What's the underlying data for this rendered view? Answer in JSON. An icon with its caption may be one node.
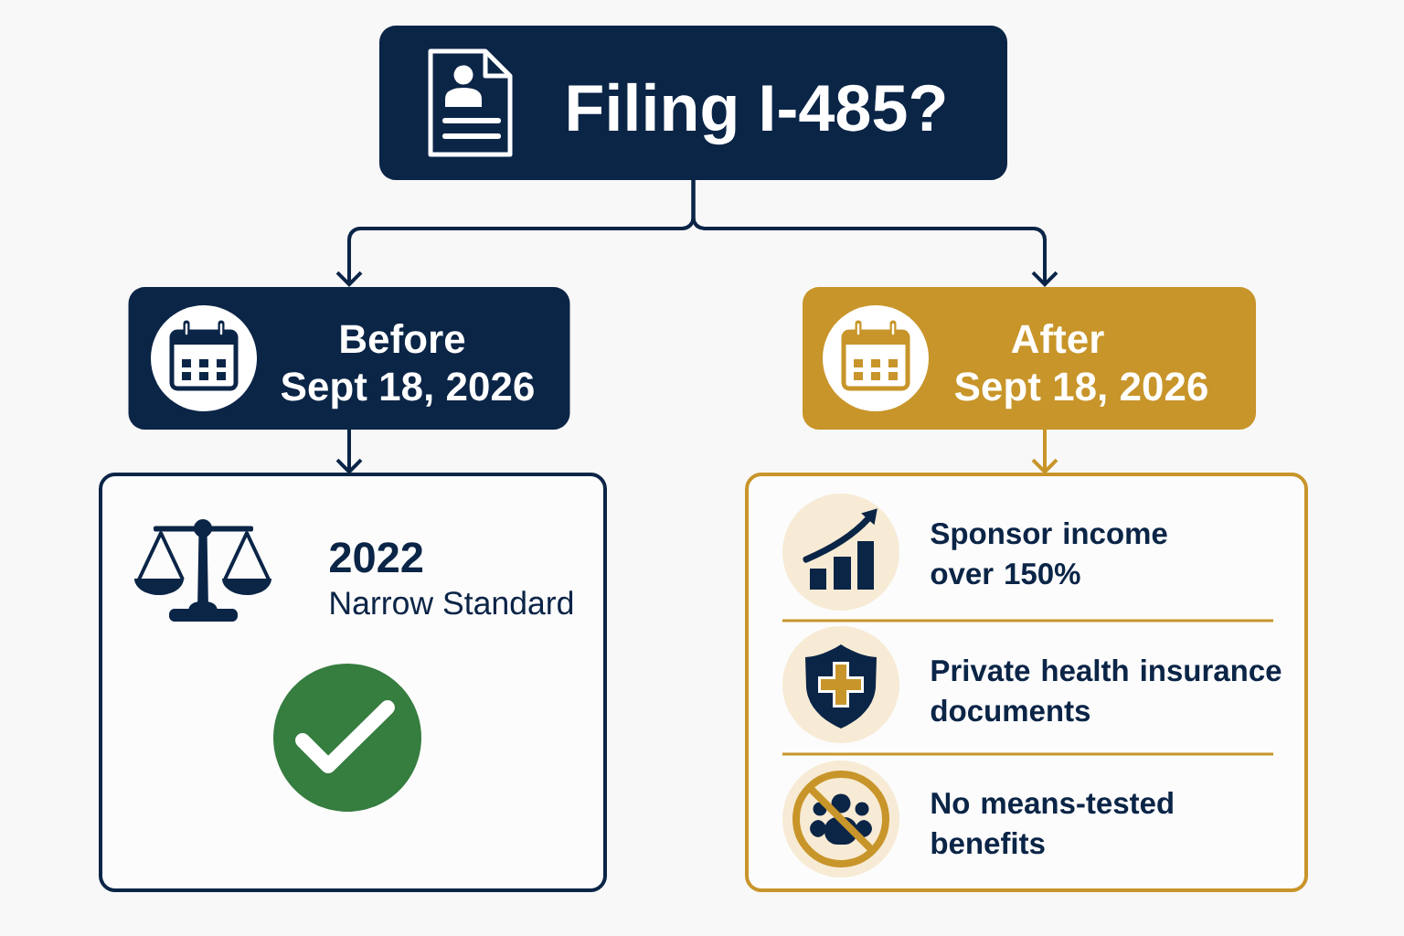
{
  "diagram": {
    "nodes": [
      {
        "text": [
          "Filing I-485?"
        ]
      },
      {
        "text": [
          "Before",
          "Sept 18, 2026"
        ]
      },
      {
        "text": [
          "2022",
          "Narrow Standard"
        ]
      },
      {
        "text": [
          "After",
          "Sept 18, 2026"
        ]
      },
      {
        "text": [
          "Sponsor income over 150%",
          "Private health insurance documents",
          "No means-tested benefits"
        ]
      }
    ],
    "edges": [
      {
        "from": 0,
        "to": 1,
        "arrow": "to"
      },
      {
        "from": 0,
        "to": 3,
        "arrow": "to"
      },
      {
        "from": 1,
        "to": 2,
        "arrow": "to"
      },
      {
        "from": 3,
        "to": 4,
        "arrow": "to",
        "color": "#c8952a"
      }
    ]
  }
}
